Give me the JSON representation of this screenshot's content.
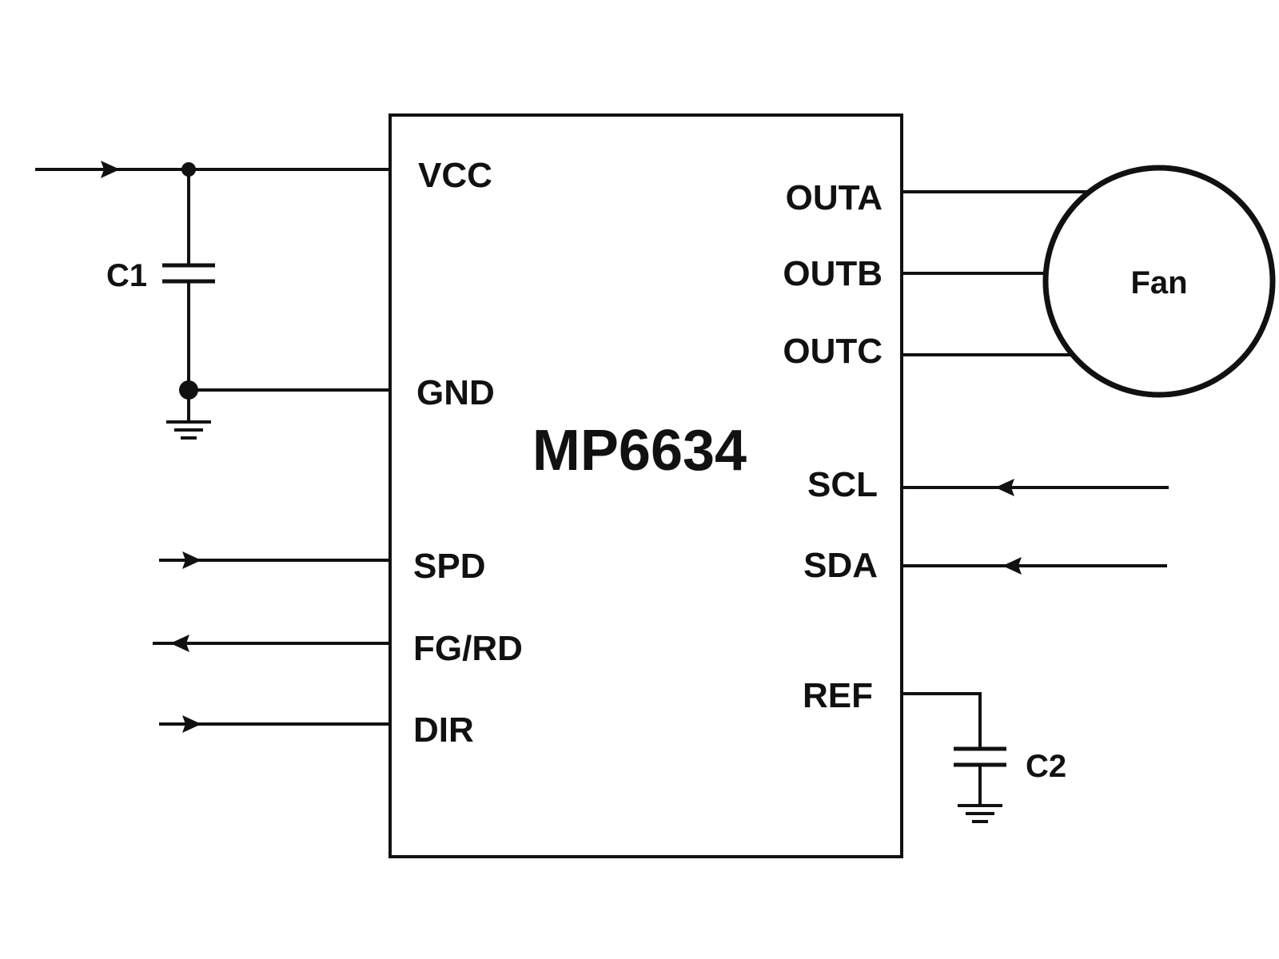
{
  "chip": {
    "part_number": "MP6634",
    "pins": {
      "vcc": "VCC",
      "gnd": "GND",
      "spd": "SPD",
      "fg_rd": "FG/RD",
      "dir": "DIR",
      "outa": "OUTA",
      "outb": "OUTB",
      "outc": "OUTC",
      "scl": "SCL",
      "sda": "SDA",
      "ref": "REF"
    }
  },
  "components": {
    "c1": "C1",
    "c2": "C2",
    "fan": "Fan"
  },
  "colors": {
    "line": "#111111",
    "background": "#ffffff"
  }
}
